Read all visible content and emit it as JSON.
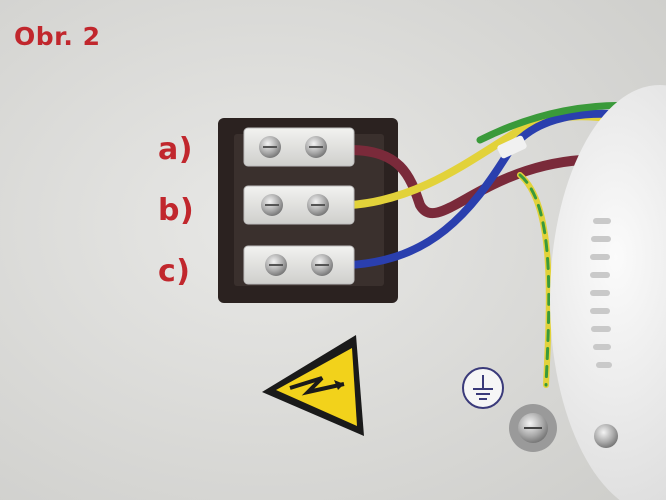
{
  "figure": {
    "title": "Obr. 2",
    "label_color": "#c1272d"
  },
  "terminals": {
    "a": "a)",
    "b": "b)",
    "c": "c)"
  },
  "wire_colors": {
    "brown": "#7a2a3a",
    "yellow": "#e2d23a",
    "blue": "#2a3fae",
    "earth_green": "#3a9a3a"
  },
  "icons": {
    "warning": "high-voltage-warning-icon",
    "earth": "earth-ground-icon"
  }
}
